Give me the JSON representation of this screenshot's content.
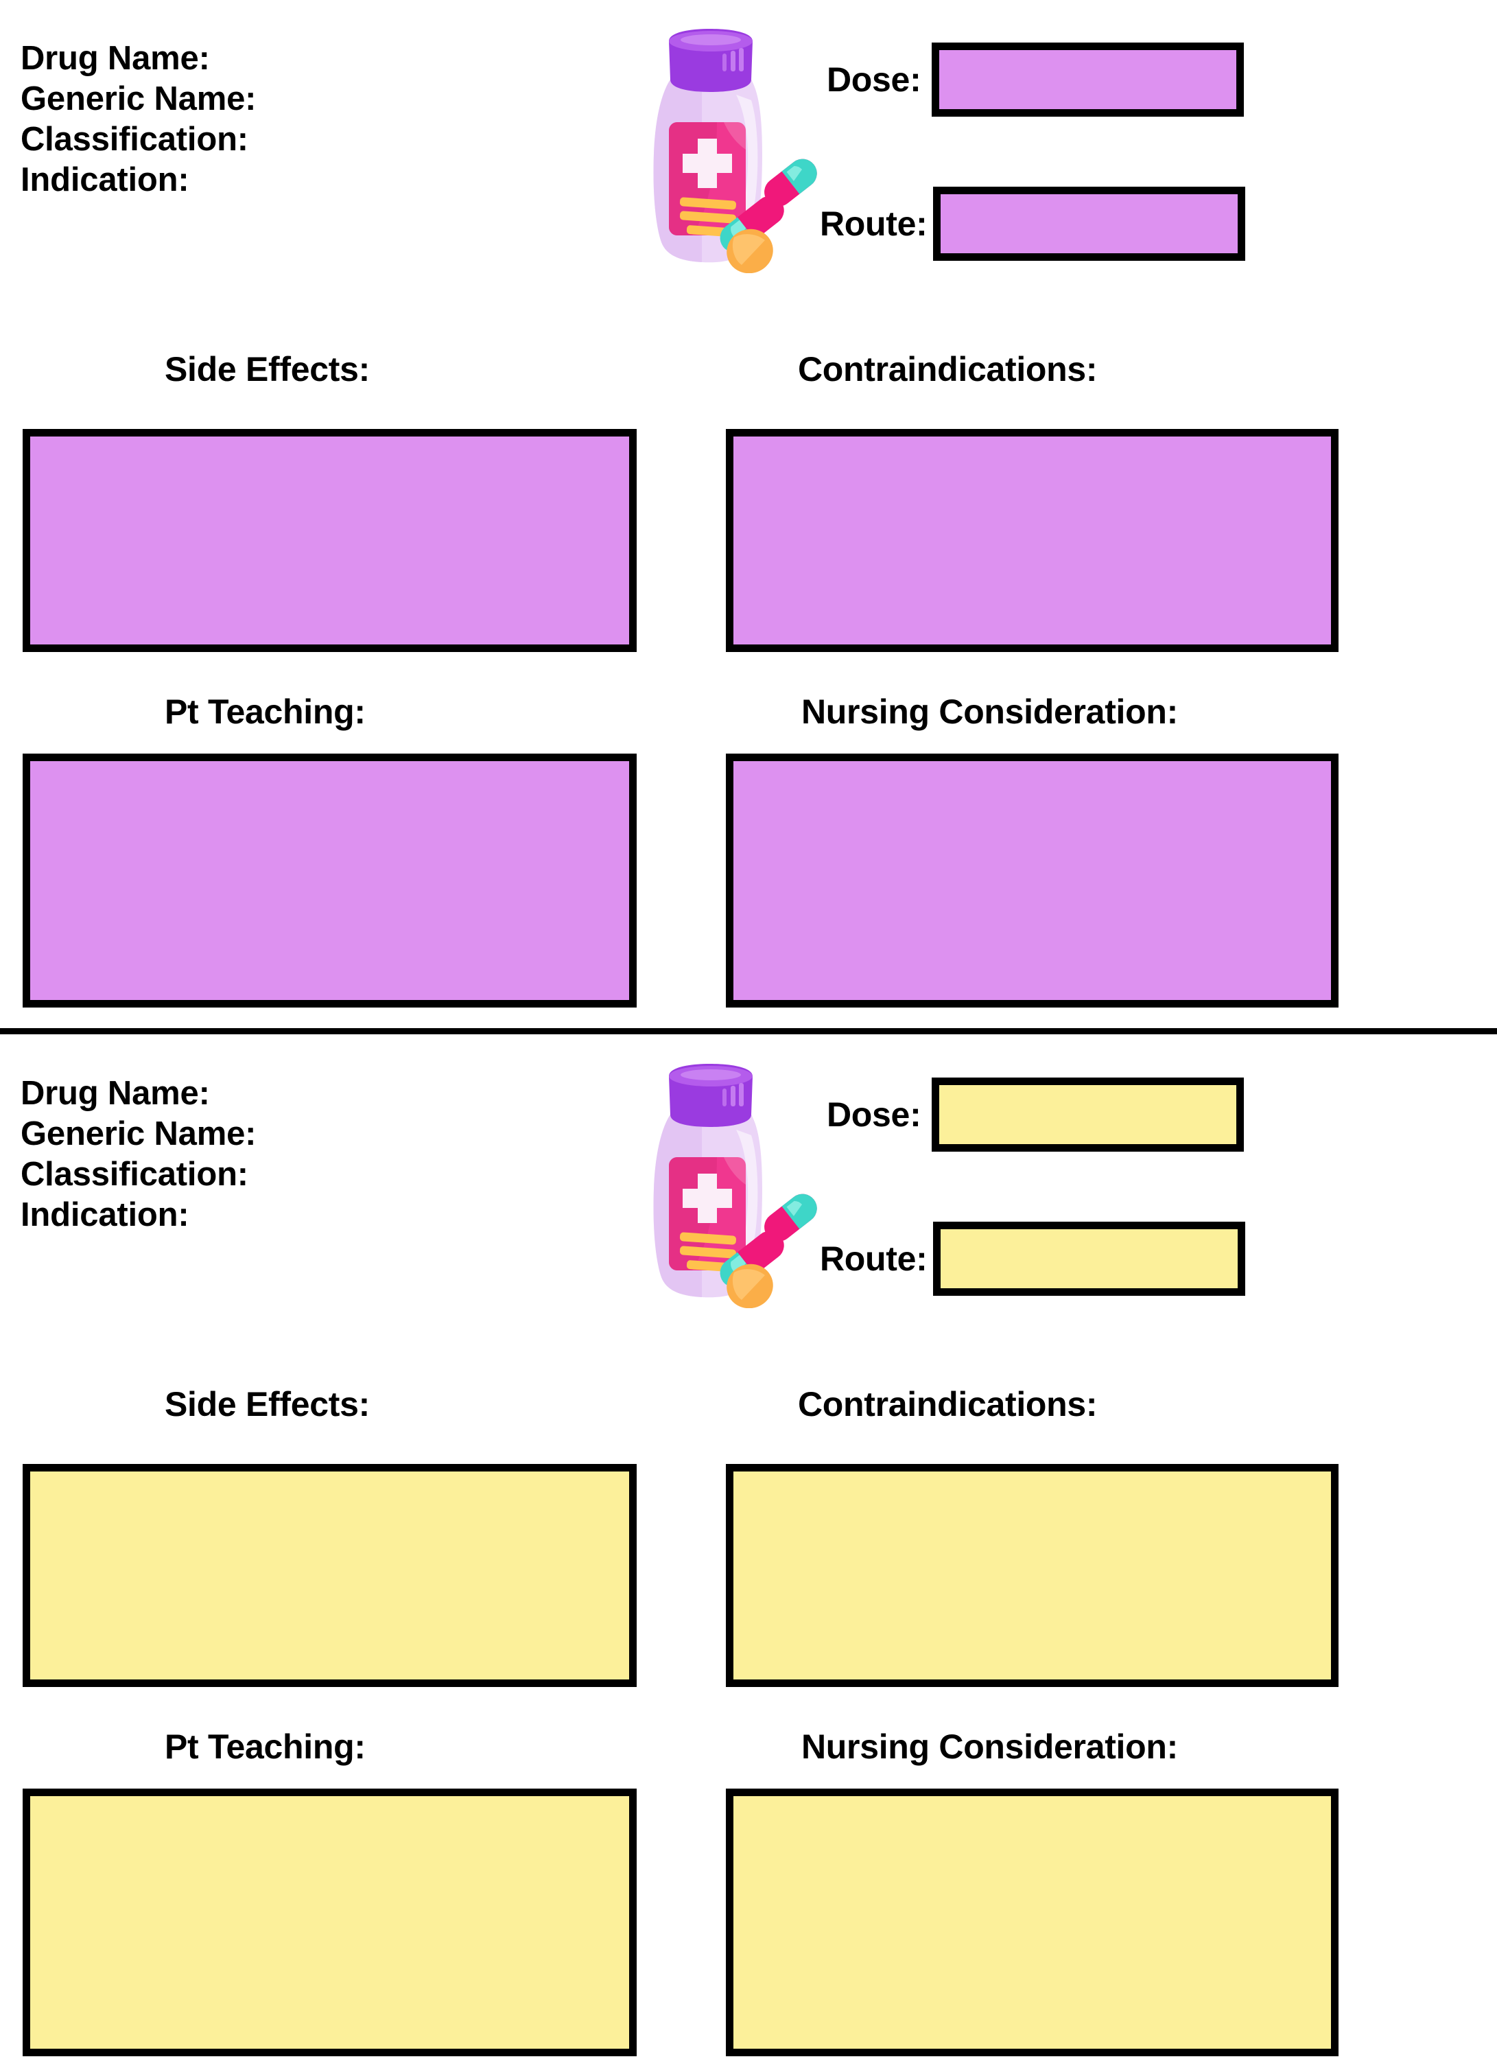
{
  "page": {
    "title": "Drug Card Template",
    "background": "#ffffff",
    "border_color": "#000000"
  },
  "cards": [
    {
      "id": "card-1",
      "accent_color": "#DD91F0",
      "identity_lines": [
        "Drug Name:",
        "Generic Name:",
        "Classification:",
        "Indication:"
      ],
      "fields": [
        {
          "label": "Dose:",
          "value": ""
        },
        {
          "label": "Route:",
          "value": ""
        }
      ],
      "sections": [
        {
          "heading": "Side Effects:",
          "value": ""
        },
        {
          "heading": "Contraindications:",
          "value": ""
        },
        {
          "heading": "Pt Teaching:",
          "value": ""
        },
        {
          "heading": "Nursing Consideration:",
          "value": ""
        }
      ],
      "illustration": "pill-bottle-icon"
    },
    {
      "id": "card-2",
      "accent_color": "#FCF09A",
      "identity_lines": [
        "Drug Name:",
        "Generic Name:",
        "Classification:",
        "Indication:"
      ],
      "fields": [
        {
          "label": "Dose:",
          "value": ""
        },
        {
          "label": "Route:",
          "value": ""
        }
      ],
      "sections": [
        {
          "heading": "Side Effects:",
          "value": ""
        },
        {
          "heading": "Contraindications:",
          "value": ""
        },
        {
          "heading": "Pt Teaching:",
          "value": ""
        },
        {
          "heading": "Nursing Consideration:",
          "value": ""
        }
      ],
      "illustration": "pill-bottle-icon"
    }
  ],
  "illustration_colors": {
    "cap": "#9A3BE0",
    "cap_light": "#C47BF0",
    "bottle": "#EBD5F7",
    "bottle_shade": "#DCB8F0",
    "label": "#F0378F",
    "label_shade": "#D82779",
    "cross": "#FBEEF8",
    "stripe": "#FFC24D",
    "capsule_teal": "#3ED6C8",
    "capsule_teal_light": "#8FF0E4",
    "capsule_pink": "#F0187A",
    "tablet": "#FBAE48",
    "tablet_light": "#FFC978"
  }
}
